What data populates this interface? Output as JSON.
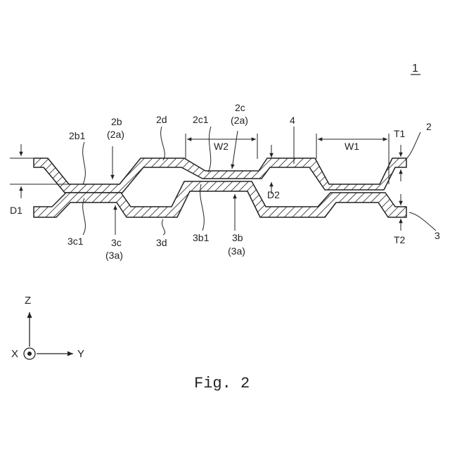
{
  "figure_number": "1",
  "caption": "Fig. 2",
  "labels": {
    "l2b1": "2b1",
    "l2b": "2b",
    "l2b_paren": "(2a)",
    "l2d": "2d",
    "l2c1": "2c1",
    "l2c": "2c",
    "l2c_paren": "(2a)",
    "l4": "4",
    "lT1": "T1",
    "l2": "2",
    "lW2": "W2",
    "lW1": "W1",
    "lD1": "D1",
    "lD2": "D2",
    "l3": "3",
    "lT2": "T2",
    "l3c1": "3c1",
    "l3c": "3c",
    "l3c_paren": "(3a)",
    "l3d": "3d",
    "l3b1": "3b1",
    "l3b": "3b",
    "l3b_paren": "(3a)"
  },
  "axes": {
    "z": "Z",
    "x": "X",
    "y": "Y"
  }
}
